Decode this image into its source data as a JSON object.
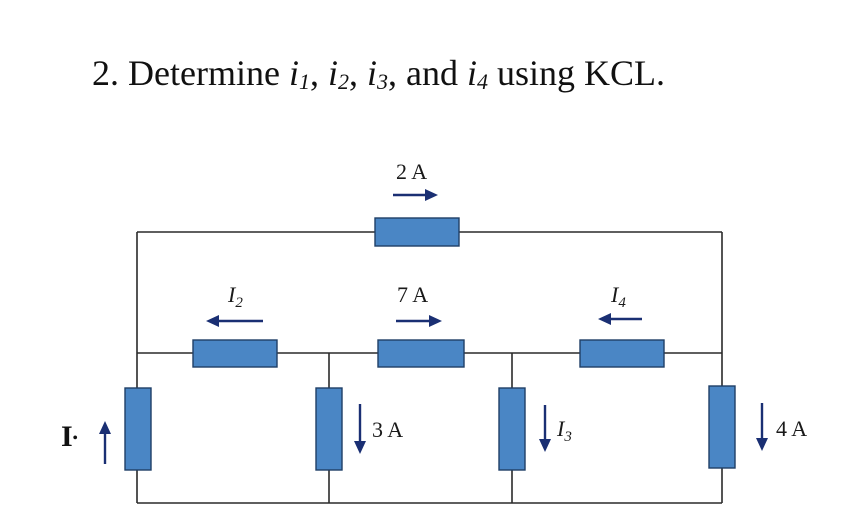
{
  "problem": {
    "number": "2.",
    "prefix": "Determine",
    "var1": "i",
    "sub1": "1",
    "sep1": ",",
    "var2": "i",
    "sub2": "2",
    "sep2": ",",
    "var3": "i",
    "sub3": "3",
    "sep3": ", and",
    "var4": "i",
    "sub4": "4",
    "suffix": "using KCL."
  },
  "circuit": {
    "top_current": "2 A",
    "left_branch": {
      "var": "I",
      "sub": "2"
    },
    "middle_current": "7 A",
    "right_branch": {
      "var": "I",
      "sub": "4"
    },
    "source_label": "I",
    "source_mark": "•",
    "shunt1_current": "3 A",
    "shunt2": {
      "var": "I",
      "sub": "3"
    },
    "shunt3_current": "4 A"
  },
  "colors": {
    "resistor": "#4a86c5",
    "arrow": "#1a2f73",
    "wire": "#2a2a2a"
  }
}
